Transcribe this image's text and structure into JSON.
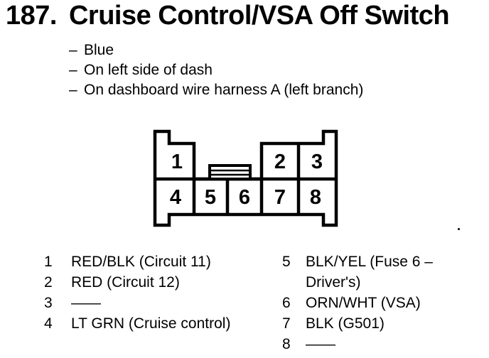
{
  "heading": {
    "number": "187.",
    "title": "Cruise Control/VSA Off Switch"
  },
  "notes": {
    "marker": "–",
    "items": [
      "Blue",
      "On left side of dash",
      "On dashboard wire harness A (left branch)"
    ]
  },
  "connector": {
    "top_row": [
      "1",
      "2",
      "3"
    ],
    "bottom_row": [
      "4",
      "5",
      "6",
      "7",
      "8"
    ]
  },
  "pin_legend": {
    "left": [
      {
        "pin": "1",
        "wire": "RED/BLK (Circuit 11)"
      },
      {
        "pin": "2",
        "wire": "RED (Circuit 12)"
      },
      {
        "pin": "3",
        "wire": "——"
      },
      {
        "pin": "4",
        "wire": "LT GRN (Cruise control)"
      }
    ],
    "right": [
      {
        "pin": "5",
        "wire": "BLK/YEL (Fuse 6 – Driver's)"
      },
      {
        "pin": "6",
        "wire": "ORN/WHT (VSA)"
      },
      {
        "pin": "7",
        "wire": "BLK (G501)"
      },
      {
        "pin": "8",
        "wire": "——"
      }
    ]
  },
  "colors": {
    "ink": "#000000",
    "paper": "#ffffff"
  }
}
